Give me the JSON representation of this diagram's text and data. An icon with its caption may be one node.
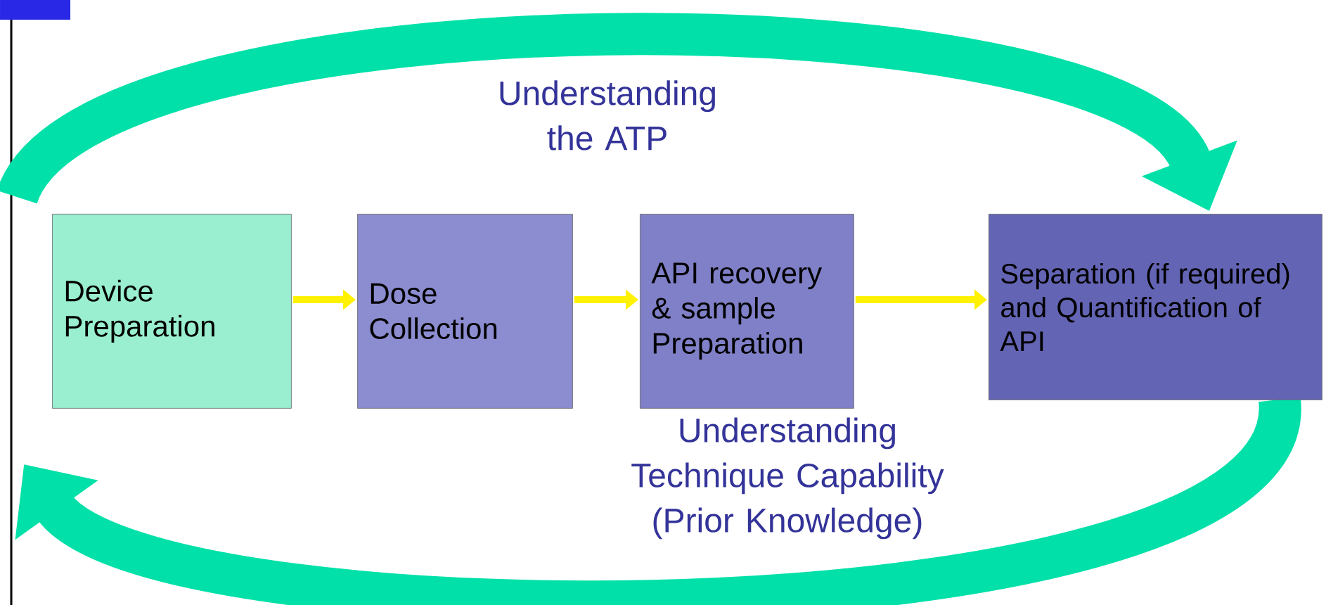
{
  "diagram": {
    "nodes": [
      {
        "text": [
          "Device Preparation"
        ]
      },
      {
        "text": [
          "Dose Collection"
        ]
      },
      {
        "text": [
          "API recovery & sample Preparation"
        ]
      },
      {
        "text": [
          "Separation (if required) and Quantification of API"
        ]
      }
    ],
    "edges": [
      {
        "from": 0,
        "to": 1,
        "arrow": "to"
      },
      {
        "from": 1,
        "to": 2,
        "arrow": "to"
      },
      {
        "from": 2,
        "to": 3,
        "arrow": "to"
      }
    ],
    "labels": [
      "Understanding the ATP",
      "Understanding Technique Capability (Prior Knowledge)"
    ]
  }
}
